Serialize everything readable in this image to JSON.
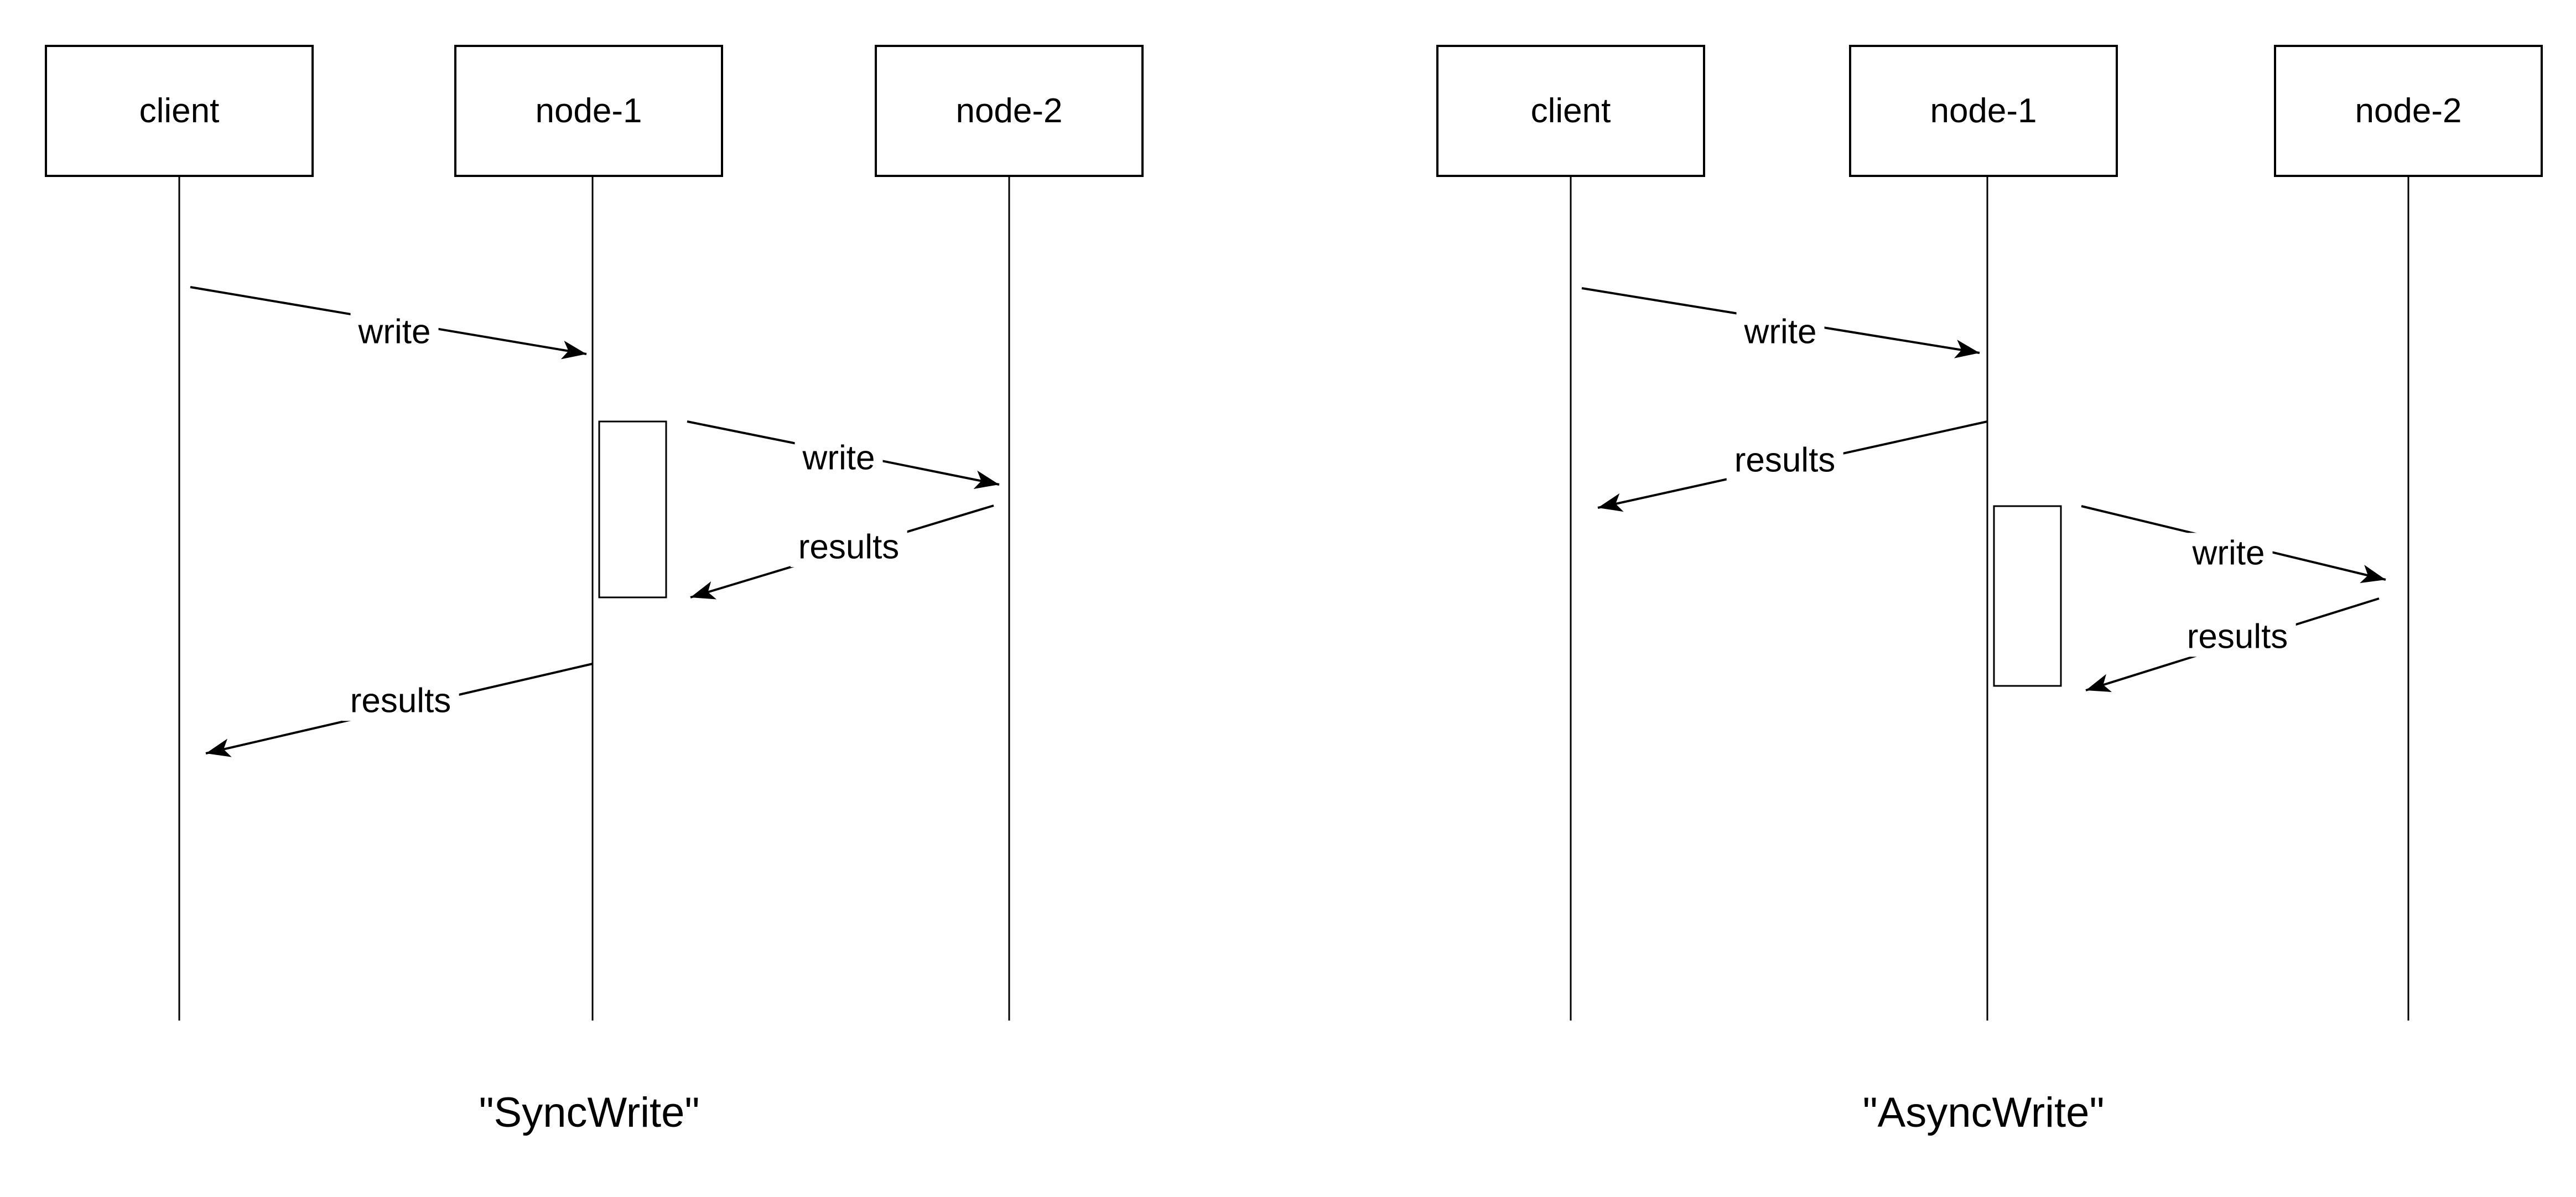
{
  "colors": {
    "line": "#000000",
    "text": "#000000",
    "background": "#ffffff"
  },
  "diagrams": [
    {
      "id": "sync-write",
      "caption": "\"SyncWrite\"",
      "actors": [
        {
          "label": "client"
        },
        {
          "label": "node-1"
        },
        {
          "label": "node-2"
        }
      ],
      "messages": [
        {
          "label": "write",
          "from": "client",
          "to": "node-1"
        },
        {
          "label": "write",
          "from": "node-1",
          "to": "node-2"
        },
        {
          "label": "results",
          "from": "node-2",
          "to": "node-1"
        },
        {
          "label": "results",
          "from": "node-1",
          "to": "client"
        }
      ]
    },
    {
      "id": "async-write",
      "caption": "\"AsyncWrite\"",
      "actors": [
        {
          "label": "client"
        },
        {
          "label": "node-1"
        },
        {
          "label": "node-2"
        }
      ],
      "messages": [
        {
          "label": "write",
          "from": "client",
          "to": "node-1"
        },
        {
          "label": "results",
          "from": "node-1",
          "to": "client"
        },
        {
          "label": "write",
          "from": "node-1",
          "to": "node-2"
        },
        {
          "label": "results",
          "from": "node-2",
          "to": "node-1"
        }
      ]
    }
  ]
}
